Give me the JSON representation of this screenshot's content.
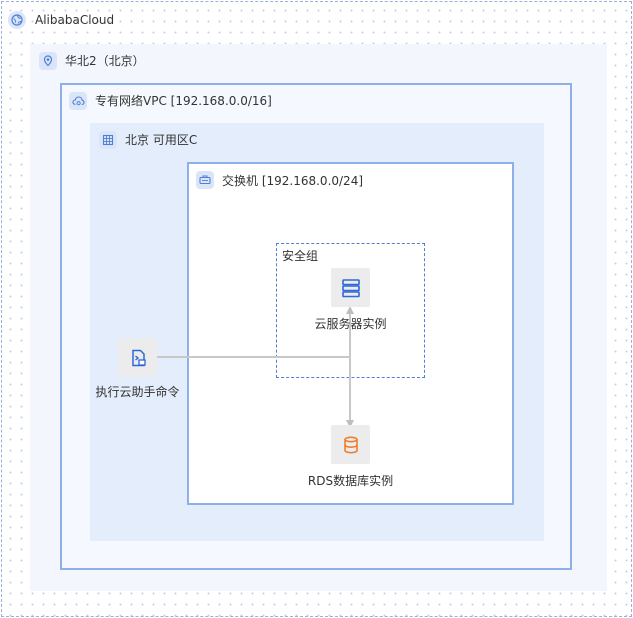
{
  "cloud": {
    "label": "AlibabaCloud",
    "icon": "cloud-globe-icon"
  },
  "region": {
    "label": "华北2（北京）",
    "icon": "location-pin-icon"
  },
  "vpc": {
    "label": "专有网络VPC [192.168.0.0/16]",
    "icon": "cloud-network-icon"
  },
  "zone": {
    "label": "北京 可用区C",
    "icon": "building-icon"
  },
  "vswitch": {
    "label": "交换机 [192.168.0.0/24]",
    "icon": "switch-icon"
  },
  "security_group": {
    "label": "安全组"
  },
  "nodes": {
    "ecs": {
      "label": "云服务器实例",
      "icon": "server-icon"
    },
    "rds": {
      "label": "RDS数据库实例",
      "icon": "database-icon"
    },
    "command": {
      "label": "执行云助手命令",
      "icon": "terminal-script-icon"
    }
  },
  "colors": {
    "accent": "#4f7fd8",
    "frame_border": "#8db0e8",
    "rds_orange": "#f07d2d",
    "connector": "#c8c8c8"
  }
}
